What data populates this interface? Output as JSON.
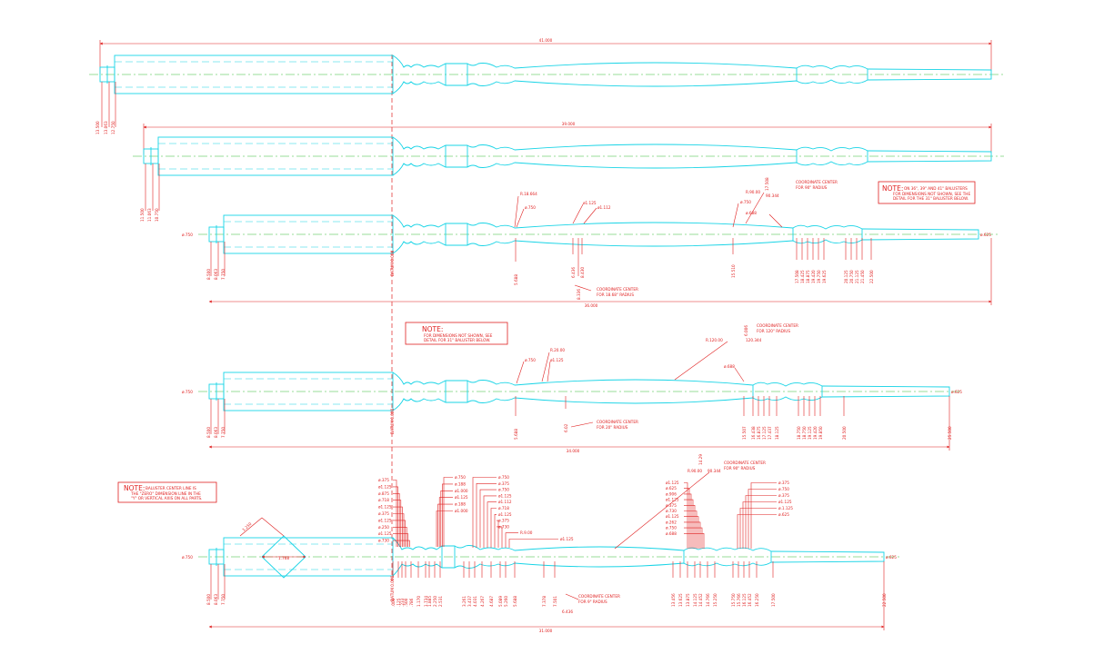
{
  "drawing": {
    "colors": {
      "profile": "#19d4e6",
      "dimension": "#e02020",
      "centerline": "#33bb33",
      "background": "#ffffff"
    },
    "views": [
      {
        "id": "b41",
        "overall": "41.000",
        "left_dims": [
          "13.500",
          "13.063",
          "12.750"
        ],
        "labels": [],
        "bottom": []
      },
      {
        "id": "b39",
        "overall": "39.000",
        "left_dims": [
          "11.500",
          "11.063",
          "10.750"
        ],
        "labels": [],
        "bottom": []
      },
      {
        "id": "b36",
        "overall": "36.000",
        "left_dims": [
          "8.500",
          "8.063",
          "7.750"
        ],
        "datum": "DATUM 0.000",
        "end_left": "ø.750",
        "end_right": "ø.625",
        "labels": [
          "R.18.664",
          "ø.750",
          "ø1.125",
          "ø1.112",
          "ø.750",
          "R.90.00",
          "17.508",
          "90.344",
          "ø.688"
        ],
        "coord_note": [
          "COORDINATE CENTER",
          "FOR 18.68\" RADIUS"
        ],
        "coord_note2": [
          "COORDINATE CENTER",
          "FOR 90\" RADIUS"
        ],
        "bottom": [
          "5.688",
          "6.436",
          "8.430",
          "8.336",
          "15.510",
          "17.508",
          "18.425",
          "18.875",
          "19.420",
          "19.750",
          "19.625",
          "20.125",
          "20.750",
          "21.125",
          "21.450",
          "22.500"
        ]
      },
      {
        "id": "b34",
        "overall": "34.000",
        "left_dims": [
          "8.500",
          "8.063",
          "7.750"
        ],
        "datum": "DATUM 0.000",
        "end_left": "ø.750",
        "end_right": "ø.625",
        "labels": [
          "R.20.00",
          "ø.750",
          "ø1.125",
          "R.120.00",
          "6.006",
          "120.344",
          "ø.688"
        ],
        "coord_note": [
          "COORDINATE CENTER",
          "FOR 20\" RADIUS"
        ],
        "coord_note2": [
          "COORDINATE CENTER",
          "FOR 120\" RADIUS"
        ],
        "bottom": [
          "5.688",
          "6.02",
          "15.507",
          "16.438",
          "16.875",
          "17.125",
          "17.437",
          "18.125",
          "18.750",
          "18.750",
          "19.125",
          "19.420",
          "19.850",
          "20.500",
          "25.500"
        ]
      },
      {
        "id": "b31",
        "overall": "31.000",
        "left_dims": [
          "8.500",
          "8.063",
          "7.750"
        ],
        "datum": "DATUM 0.000",
        "end_left": "ø.750",
        "end_right": "ø.625",
        "square_dims": [
          "1.250",
          "1.768"
        ],
        "labels_left": [
          "ø.375",
          "ø1.125",
          "ø.875",
          "ø.718",
          "ø1.125",
          "ø.375",
          "ø1.125",
          "ø.250",
          "ø1.125",
          "ø.730"
        ],
        "labels_mid": [
          "ø.750",
          "ø.188",
          "ø1.000",
          "ø1.125",
          "ø.188",
          "ø1.000"
        ],
        "labels_mid2": [
          "ø.750",
          "ø.375",
          "ø.750",
          "ø1.125",
          "ø1.112",
          "ø.718",
          "ø1.125",
          "ø.375",
          "ø.730",
          "R.9.00",
          "ø1.125"
        ],
        "labels_right": [
          "ø1.125",
          "ø.625",
          "ø.906",
          "ø1.125",
          "ø.375",
          "ø.730",
          "ø1.125",
          "ø.262",
          "ø.750",
          "ø.688"
        ],
        "labels_right2": [
          "ø.375",
          "ø.750",
          "ø.375",
          "ø1.125",
          "ø.1.125",
          "ø.625"
        ],
        "top_r": [
          "R.90.00",
          "14.29",
          "90.344"
        ],
        "coord_note": [
          "COORDINATE CENTER",
          "FOR 9\" RADIUS"
        ],
        "coord_value": "6.436",
        "coord_note2": [
          "COORDINATE CENTER",
          "FOR 90\" RADIUS"
        ],
        "bottom_left": [
          ".000",
          ".125",
          ".233",
          ".500",
          ".786",
          "1.170",
          "1.734",
          "1.885",
          "2.250",
          "2.531"
        ],
        "bottom_mid": [
          "3.261",
          "3.437",
          "4.031",
          "4.267",
          "4.687",
          "5.089",
          "5.260",
          "5.688",
          "7.378",
          "7.501"
        ],
        "bottom_right": [
          "13.456",
          "13.625",
          "13.875",
          "14.125",
          "14.452",
          "14.766",
          "15.250",
          "15.750",
          "15.766",
          "16.125",
          "16.452",
          "16.250",
          "17.500",
          "22.500"
        ]
      }
    ],
    "notes": [
      {
        "id": "note-top-right",
        "head": "NOTE:",
        "body": [
          "ON 36\", 39\" AND 41\" BALUSTERS",
          "FOR DIMENSIONS NOT SHOWN, SEE THE",
          "DETAIL FOR THE 31\" BALUSTER BELOW."
        ]
      },
      {
        "id": "note-mid",
        "head": "NOTE:",
        "body": [
          "FOR DIMENSIONS NOT SHOWN, SEE",
          "DETAIL FOR 31\" BALUSTER BELOW."
        ]
      },
      {
        "id": "note-bottom-left",
        "head": "NOTE:",
        "body": [
          "BALUSTER CENTER LINE IS",
          "THE \"ZERO\" DIMENSION LINE IN THE",
          "\"Y\" OR VERTICAL AXIS ON ALL PARTS."
        ]
      }
    ]
  }
}
